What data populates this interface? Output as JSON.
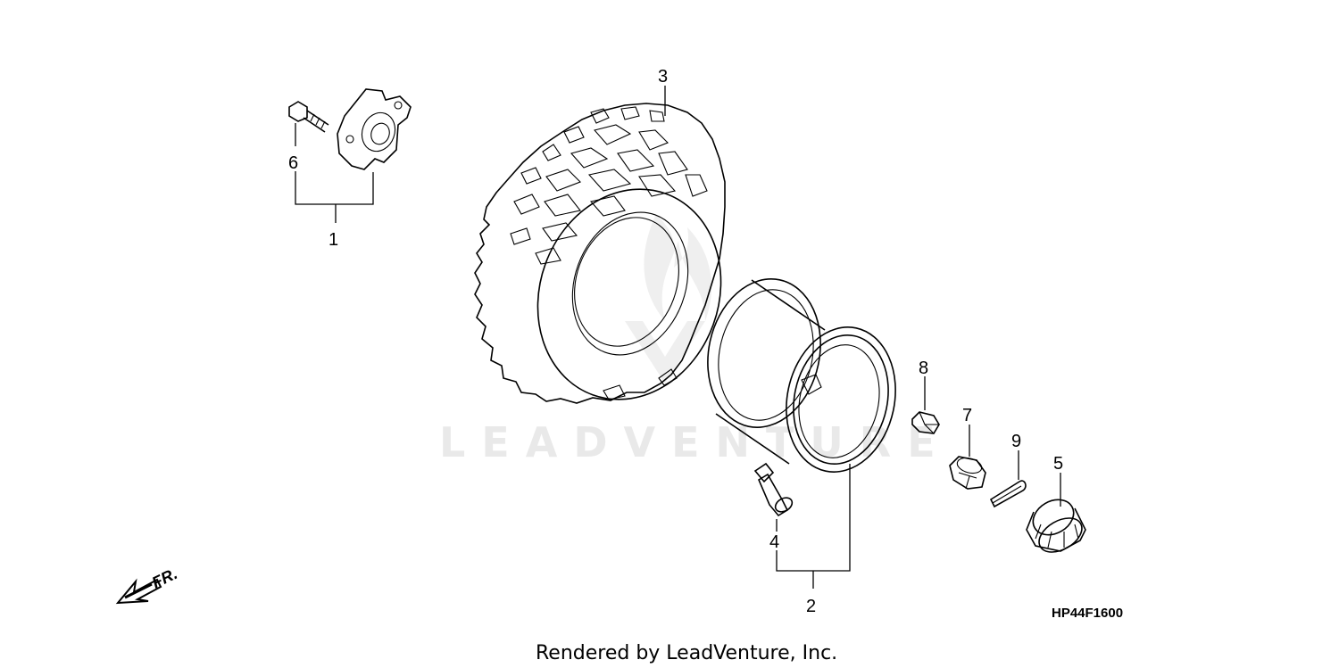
{
  "diagram": {
    "diagram_code": "HP44F1600",
    "footer": "Rendered by LeadVenture, Inc.",
    "watermark": "LEADVENTURE",
    "direction_label": "FR.",
    "callouts": [
      {
        "number": "1",
        "part": "hub-assembly"
      },
      {
        "number": "2",
        "part": "rim-assembly"
      },
      {
        "number": "3",
        "part": "tire"
      },
      {
        "number": "4",
        "part": "valve-stem"
      },
      {
        "number": "5",
        "part": "axle-nut-cap"
      },
      {
        "number": "6",
        "part": "hub-bolt"
      },
      {
        "number": "7",
        "part": "castle-nut"
      },
      {
        "number": "8",
        "part": "wheel-nut"
      },
      {
        "number": "9",
        "part": "cotter-pin"
      }
    ]
  }
}
